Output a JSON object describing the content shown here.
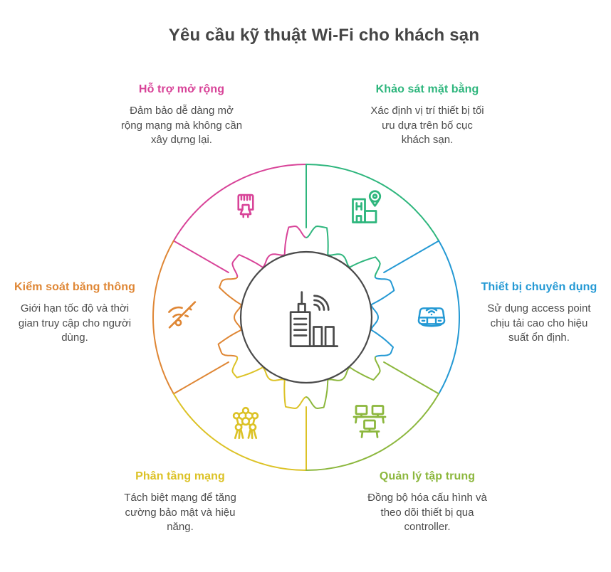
{
  "title": "Yêu cầu kỹ thuật Wi-Fi cho khách sạn",
  "colors": {
    "outline": "#4a4a4a",
    "body_text": "#4d4d4d",
    "background": "#ffffff"
  },
  "center": {
    "icon": "building-wifi-icon",
    "color": "#4a4a4a"
  },
  "sections": [
    {
      "id": "ho-tro-mo-rong",
      "label": "Hỗ trợ mở rộng",
      "body_lines": [
        "Đảm bảo dễ dàng mở",
        "rộng mạng mà không cần",
        "xây dựng lại."
      ],
      "color": "#d84398",
      "icon": "ethernet-plug-icon",
      "mid_angle": 120
    },
    {
      "id": "khao-sat-mat-bang",
      "label": "Khảo sát mặt bằng",
      "body_lines": [
        "Xác định vị trí thiết bị tối",
        "ưu dựa trên bố cục",
        "khách sạn."
      ],
      "color": "#2eb67d",
      "icon": "hotel-location-icon",
      "mid_angle": 60
    },
    {
      "id": "kiem-soat-bang-thong",
      "label": "Kiểm soát băng thông",
      "body_lines": [
        "Giới hạn tốc độ và thời",
        "gian truy cập cho người",
        "dùng."
      ],
      "color": "#df8634",
      "icon": "wifi-limit-icon",
      "mid_angle": 180
    },
    {
      "id": "thiet-bi-chuyen-dung",
      "label": "Thiết bị chuyên dụng",
      "body_lines": [
        "Sử dụng access point",
        "chịu tải cao cho hiệu",
        "suất ổn định."
      ],
      "color": "#2499d4",
      "icon": "access-point-icon",
      "mid_angle": 0
    },
    {
      "id": "phan-tang-mang",
      "label": "Phân tầng mạng",
      "body_lines": [
        "Tách biệt mạng để tăng",
        "cường bảo mật và hiệu",
        "năng."
      ],
      "color": "#dcc226",
      "icon": "network-cluster-icon",
      "mid_angle": -120
    },
    {
      "id": "quan-ly-tap-trung",
      "label": "Quản lý tập trung",
      "body_lines": [
        "Đồng bộ hóa cấu hình và",
        "theo dõi thiết bị qua",
        "controller."
      ],
      "color": "#8cb73d",
      "icon": "monitors-icon",
      "mid_angle": -60
    }
  ]
}
